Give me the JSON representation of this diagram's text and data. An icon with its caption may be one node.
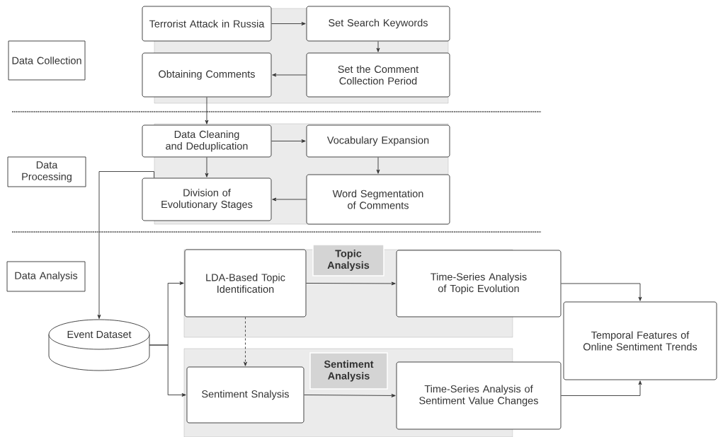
{
  "diagram": {
    "nodes": [
      {
        "text": [
          "Data Collection"
        ]
      },
      {
        "text": [
          "Terrorist Attack in Russia"
        ]
      },
      {
        "text": [
          "Set Search Keywords"
        ]
      },
      {
        "text": [
          "Obtaining Comments"
        ]
      },
      {
        "text": [
          "Set the Comment Collection Period"
        ]
      },
      {
        "text": [
          "Data Processing"
        ]
      },
      {
        "text": [
          "Data Cleaning and Deduplication"
        ]
      },
      {
        "text": [
          "Vocabulary Expansion"
        ]
      },
      {
        "text": [
          "Division of Evolutionary Stages"
        ]
      },
      {
        "text": [
          "Word Segmentation of Comments"
        ]
      },
      {
        "text": [
          "Data Analysis"
        ]
      },
      {
        "text": [
          "Topic Analysis"
        ]
      },
      {
        "text": [
          "LDA-Based Topic Identification"
        ],
        "in": 11
      },
      {
        "text": [
          "Time-Series Analysis of Topic Evolution"
        ]
      },
      {
        "text": [
          "Event Dataset"
        ]
      },
      {
        "text": [
          "Sentiment Analysis"
        ]
      },
      {
        "text": [
          "Sentiment Snalysis"
        ],
        "in": 15
      },
      {
        "text": [
          "Time-Series Analysis of Sentiment Value Changes"
        ]
      },
      {
        "text": [
          "Temporal Features of Online Sentiment Trends"
        ]
      }
    ],
    "edges": [
      {
        "from": 1,
        "to": 2,
        "arrow": "to"
      },
      {
        "from": 2,
        "to": 4,
        "arrow": "to"
      },
      {
        "from": 4,
        "to": 3,
        "arrow": "to"
      },
      {
        "from": 3,
        "to": 6,
        "arrow": "to"
      },
      {
        "from": 6,
        "to": 7,
        "arrow": "to"
      },
      {
        "from": 7,
        "to": 9,
        "arrow": "to"
      },
      {
        "from": 9,
        "to": 8,
        "arrow": "to"
      },
      {
        "from": 6,
        "to": 8,
        "arrow": "to"
      },
      {
        "from": 8,
        "to": 14,
        "arrow": "to"
      },
      {
        "from": 14,
        "to": 12,
        "arrow": "to"
      },
      {
        "from": 14,
        "to": 16,
        "arrow": "to"
      },
      {
        "from": 12,
        "to": 16,
        "arrow": "to",
        "style": "dashed"
      },
      {
        "from": 12,
        "to": 13,
        "arrow": "to"
      },
      {
        "from": 16,
        "to": 17,
        "arrow": "to"
      },
      {
        "from": 13,
        "to": 18,
        "arrow": "to"
      },
      {
        "from": 17,
        "to": 18,
        "arrow": "to"
      }
    ]
  }
}
